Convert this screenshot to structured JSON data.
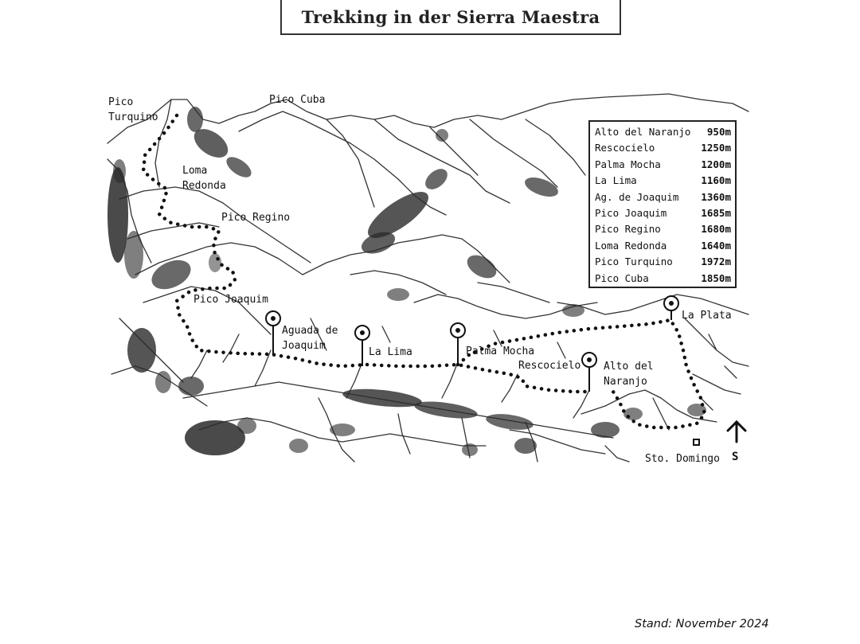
{
  "title": "Trekking in der Sierra Maestra",
  "footer": "Stand: November 2024",
  "compass_label": "S",
  "places": [
    {
      "id": "pico-turquino",
      "lines": [
        "Pico",
        "Turquino"
      ]
    },
    {
      "id": "pico-cuba",
      "lines": [
        "Pico Cuba"
      ]
    },
    {
      "id": "loma-redonda",
      "lines": [
        "Loma",
        "Redonda"
      ]
    },
    {
      "id": "pico-regino",
      "lines": [
        "Pico Regino"
      ]
    },
    {
      "id": "pico-joaquim",
      "lines": [
        "Pico Joaquim"
      ]
    },
    {
      "id": "aguada-de-joaquim",
      "lines": [
        "Aguada de",
        "Joaquim"
      ]
    },
    {
      "id": "la-lima",
      "lines": [
        "La Lima"
      ]
    },
    {
      "id": "palma-mocha",
      "lines": [
        "Palma Mocha"
      ]
    },
    {
      "id": "rescocielo",
      "lines": [
        "Rescocielo"
      ]
    },
    {
      "id": "alto-del-naranjo",
      "lines": [
        "Alto del",
        "Naranjo"
      ]
    },
    {
      "id": "la-plata",
      "lines": [
        "La Plata"
      ]
    },
    {
      "id": "sto-domingo",
      "lines": [
        "Sto. Domingo"
      ]
    }
  ],
  "legend": [
    {
      "name": "Alto del Naranjo",
      "altitude": "950m"
    },
    {
      "name": "Rescocielo",
      "altitude": "1250m"
    },
    {
      "name": "Palma Mocha",
      "altitude": "1200m"
    },
    {
      "name": "La Lima",
      "altitude": "1160m"
    },
    {
      "name": "Ag. de Joaquim",
      "altitude": "1360m"
    },
    {
      "name": "Pico Joaquim",
      "altitude": "1685m"
    },
    {
      "name": "Pico Regino",
      "altitude": "1680m"
    },
    {
      "name": "Loma Redonda",
      "altitude": "1640m"
    },
    {
      "name": "Pico Turquino",
      "altitude": "1972m"
    },
    {
      "name": "Pico Cuba",
      "altitude": "1850m"
    }
  ]
}
